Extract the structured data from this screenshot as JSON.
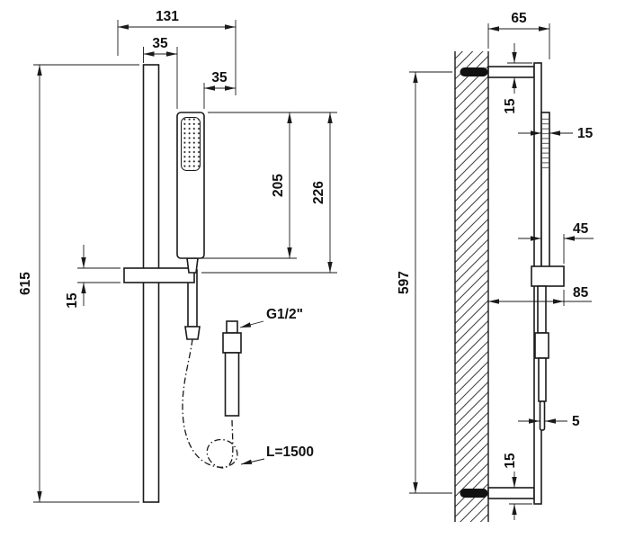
{
  "front_view": {
    "dims": {
      "total_width": "131",
      "rail_offset": "35",
      "head_width": "35",
      "head_length": "205",
      "head_overall": "226",
      "rail_height": "615",
      "slider_height": "15"
    },
    "thread_label": "G1/2\"",
    "hose_label": "L=1500"
  },
  "side_view": {
    "dims": {
      "wall_offset": "65",
      "top_gap": "15",
      "head_depth": "15",
      "holder_depth": "45",
      "wall_to_holder": "85",
      "hose_gap": "5",
      "bottom_gap": "15",
      "mount_span": "597"
    }
  },
  "colors": {
    "line": "#1a1a1a",
    "background": "#ffffff"
  }
}
